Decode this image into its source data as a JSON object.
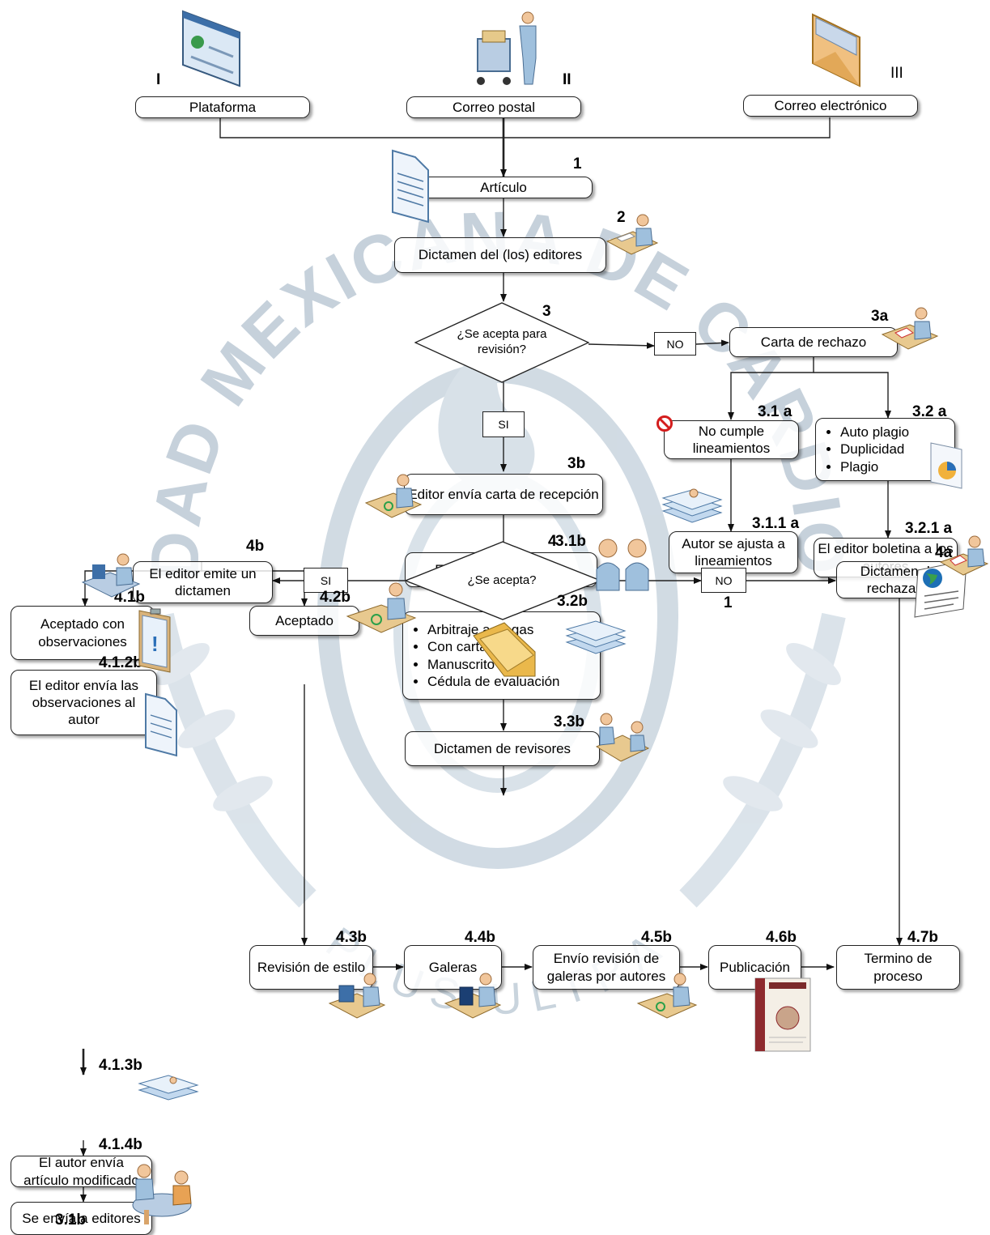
{
  "watermark": {
    "top_arc": "SOCIEDAD MEXICANA DE CARDIOLOGÍA",
    "bottom_arc": "PLUS ULTRA"
  },
  "sources": {
    "plataforma": {
      "roman": "I",
      "label": "Plataforma"
    },
    "correo_postal": {
      "roman": "II",
      "label": "Correo postal"
    },
    "correo_electronico": {
      "roman": "III",
      "label": "Correo electrónico"
    }
  },
  "steps": {
    "s1": {
      "num": "1",
      "label": "Artículo"
    },
    "s2": {
      "num": "2",
      "label": "Dictamen del (los) editores"
    },
    "s3": {
      "num": "3",
      "label": "¿Se acepta para revisión?"
    },
    "s3_no": "NO",
    "s3_si": "SI",
    "s3a": {
      "num": "3a",
      "label": "Carta de rechazo"
    },
    "s31a": {
      "num": "3.1 a",
      "label": "No cumple lineamientos"
    },
    "s311a": {
      "num": "3.1.1 a",
      "label": "Autor se ajusta a lineamientos"
    },
    "s311a_next": "1",
    "s32a": {
      "num": "3.2 a",
      "items": [
        "Auto plagio",
        "Duplicidad",
        "Plagio"
      ]
    },
    "s321a": {
      "num": "3.2.1 a",
      "label": "El editor boletina a los autores"
    },
    "s3b": {
      "num": "3b",
      "label": "Editor envía carta de recepción"
    },
    "s31b": {
      "num": "3.1b",
      "label": "Envío a dos revisores"
    },
    "s32b": {
      "num": "3.2b",
      "items": [
        "Arbitraje a ciegas",
        "Con cartas",
        "Manuscrito ciego",
        "Cédula de evaluación"
      ]
    },
    "s33b": {
      "num": "3.3b",
      "label": "Dictamen de revisores"
    },
    "s4": {
      "num": "4",
      "label": "¿Se acepta?"
    },
    "s4_si": "SI",
    "s4_no": "NO",
    "s4a": {
      "num": "4a",
      "label": "Dictamen de rechazado"
    },
    "s4b": {
      "num": "4b",
      "label": "El editor emite un dictamen"
    },
    "s41b": {
      "num": "4.1b",
      "label": "Aceptado con observaciones"
    },
    "s412b": {
      "num": "4.1.2b",
      "label": "El editor envía las observaciones al autor"
    },
    "s413b": {
      "num": "4.1.3b",
      "label": "El autor envía artículo modificado"
    },
    "s414b": {
      "num": "4.1.4b",
      "label": "Se envía a editores"
    },
    "s414b_next": "3.1b",
    "s42b": {
      "num": "4.2b",
      "label": "Aceptado"
    },
    "s43b": {
      "num": "4.3b",
      "label": "Revisión de estilo"
    },
    "s44b": {
      "num": "4.4b",
      "label": "Galeras"
    },
    "s45b": {
      "num": "4.5b",
      "label": "Envío revisión de galeras por autores"
    },
    "s46b": {
      "num": "4.6b",
      "label": "Publicación"
    },
    "s47b": {
      "num": "4.7b",
      "label": "Termino de proceso"
    }
  },
  "icons": [
    "browser-window-icon",
    "mail-cart-person-icon",
    "envelope-icon",
    "document-icon",
    "person-at-desk-icon",
    "two-persons-icon",
    "stacked-papers-icon",
    "folder-icon",
    "clipboard-icon",
    "globe-document-icon",
    "pie-chart-document-icon",
    "forbidden-icon",
    "journal-cover-icon"
  ],
  "colors": {
    "line": "#222222",
    "watermark": "#c3cfd9",
    "box_border": "#222222",
    "box_shadow": "#555555"
  }
}
